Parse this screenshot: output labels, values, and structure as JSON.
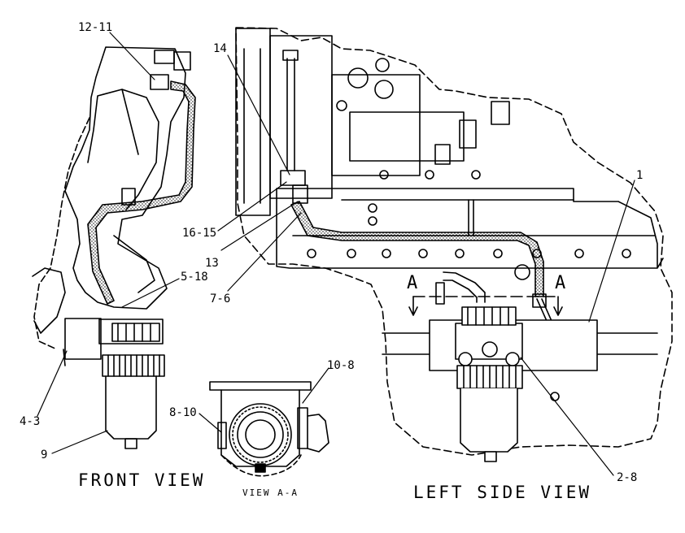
{
  "views": {
    "front": "FRONT VIEW",
    "section": "VIEW A-A",
    "left_side": "LEFT SIDE VIEW"
  },
  "section_marks": {
    "left": "A",
    "right": "A"
  },
  "callouts": {
    "c12_11": "12-11",
    "c14": "14",
    "c1": "1",
    "c16_15": "16-15",
    "c13": "13",
    "c7_6": "7-6",
    "c5_18": "5-18",
    "c4_3": "4-3",
    "c9": "9",
    "c8_10": "8-10",
    "c10_8": "10-8",
    "c2_8": "2-8"
  }
}
